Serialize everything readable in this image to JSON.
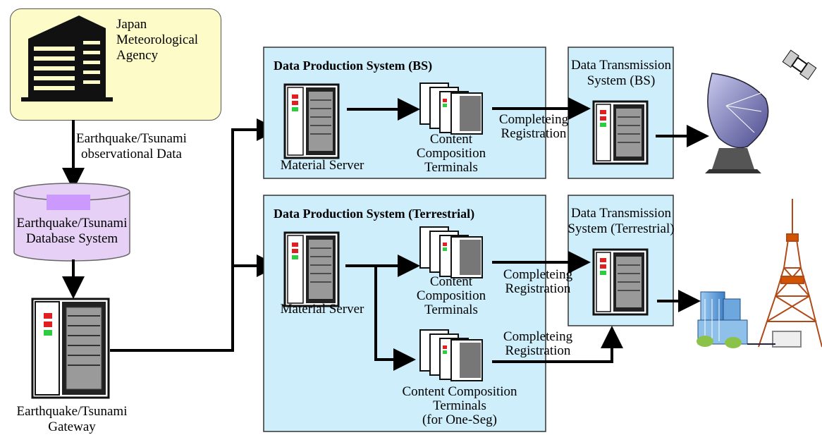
{
  "nodes": {
    "jma": {
      "label": "Japan\nMeteorological\nAgency"
    },
    "observational_data": {
      "label": "Earthquake/Tsunami\nobservational Data"
    },
    "database": {
      "label": "Earthquake/Tsunami\nDatabase System"
    },
    "gateway": {
      "label": "Earthquake/Tsunami\nGateway"
    },
    "dps_bs": {
      "title": "Data Production System (BS)",
      "material_server": "Material Server",
      "terminals": "Content\nComposition\nTerminals"
    },
    "dps_terrestrial": {
      "title": "Data Production System (Terrestrial)",
      "material_server": "Material Server",
      "terminals": "Content\nComposition\nTerminals",
      "terminals_oneseg": "Content Composition\nTerminals\n(for One-Seg)"
    },
    "dts_bs": {
      "label": "Data Transmission\nSystem (BS)"
    },
    "dts_terrestrial": {
      "label": "Data Transmission\nSystem (Terrestrial)"
    }
  },
  "edge_labels": {
    "completing_1": "Completeing\nRegistration",
    "completing_2": "Completeing\nRegistration",
    "completing_3": "Completeing\nRegistration"
  },
  "colors": {
    "panel_fill": "#cdeefa",
    "jma_fill": "#fdfbc8",
    "db_fill": "#e6d0f5",
    "server_green": "#2ecc40",
    "server_red": "#e02020"
  }
}
